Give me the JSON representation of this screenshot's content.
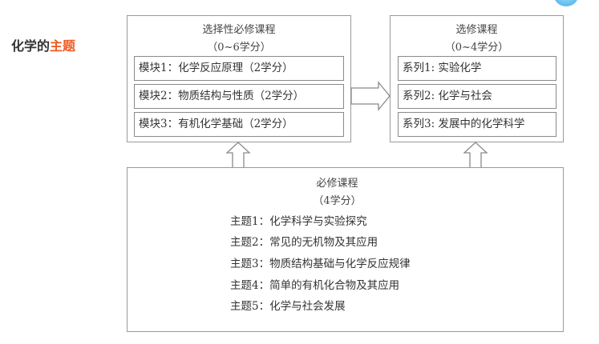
{
  "slide_title": {
    "prefix": "化学的",
    "highlight": "主题"
  },
  "colors": {
    "highlight": "#ee5a1e",
    "border": "#9a9a9a",
    "logo": "#3aa9e6"
  },
  "logo": {
    "icon": "school-logo-icon"
  },
  "elective_required": {
    "title": "选择性必修课程",
    "credits": "（0~6学分）",
    "modules": [
      "模块1：化学反应原理（2学分）",
      "模块2：物质结构与性质（2学分）",
      "模块3：有机化学基础（2学分）"
    ]
  },
  "elective": {
    "title": "选修课程",
    "credits": "（0~4学分）",
    "series": [
      "系列1: 实验化学",
      "系列2: 化学与社会",
      "系列3: 发展中的化学科学"
    ]
  },
  "required": {
    "title": "必修课程",
    "credits": "（4学分）",
    "topics": [
      "主题1：化学科学与实验探究",
      "主题2：常见的无机物及其应用",
      "主题3：物质结构基础与化学反应规律",
      "主题4：简单的有机化合物及其应用",
      "主题5：化学与社会发展"
    ]
  }
}
